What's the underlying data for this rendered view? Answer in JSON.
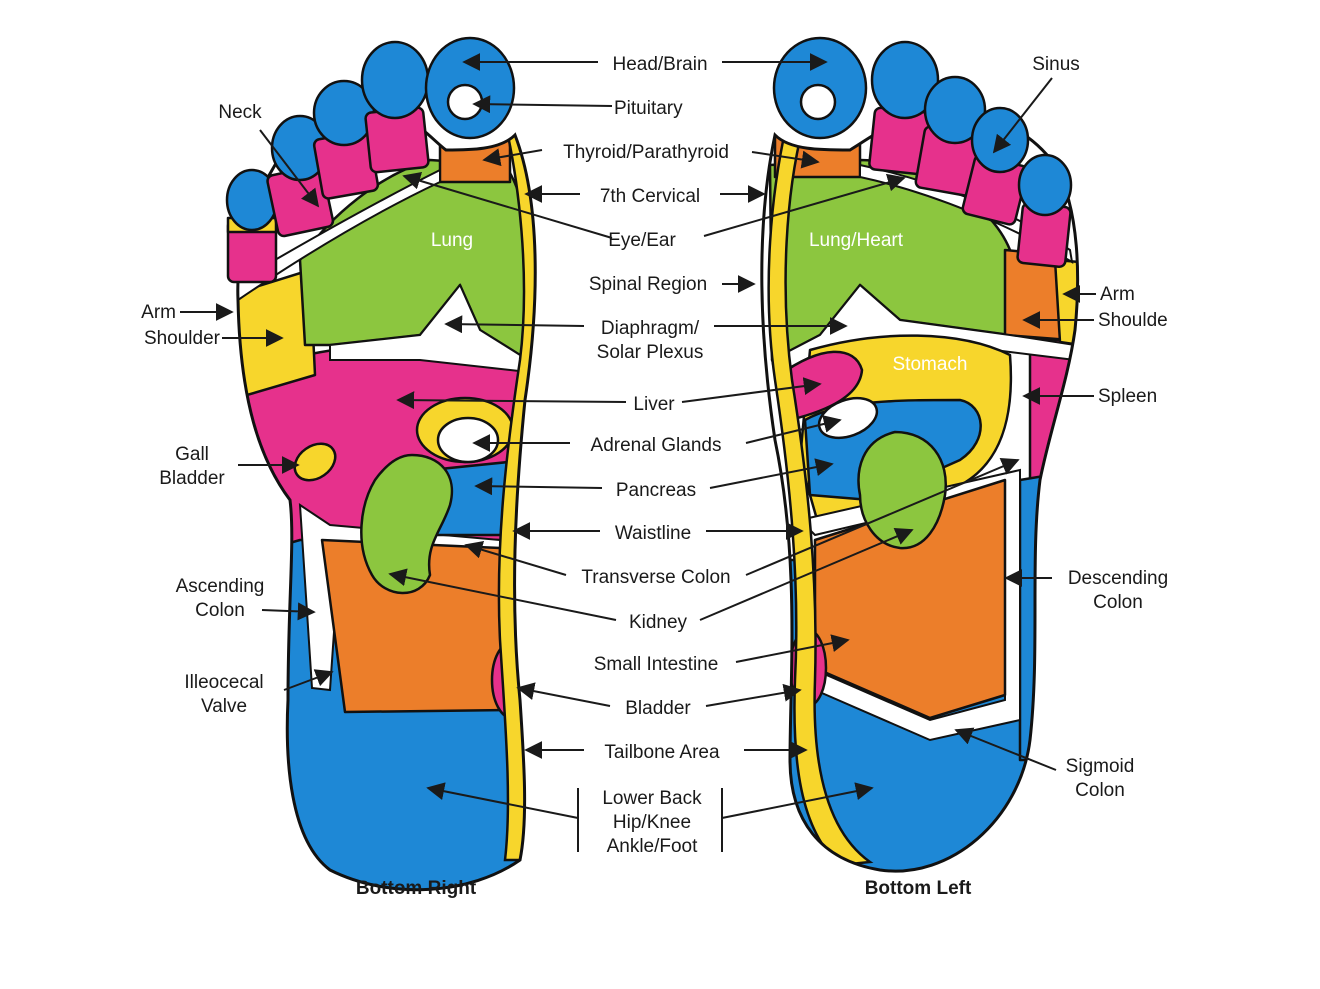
{
  "colors": {
    "blue": "#1e88d6",
    "green": "#8cc63f",
    "pink": "#e6318c",
    "orange": "#ec7e2a",
    "yellow": "#f7d62c",
    "white": "#ffffff",
    "ink": "#111111"
  },
  "captions": {
    "bottom_right": "Bottom Right",
    "bottom_left": "Bottom Left"
  },
  "center_labels": {
    "head_brain": "Head/Brain",
    "pituitary": "Pituitary",
    "thyroid": "Thyroid/Parathyroid",
    "seventh_cervical": "7th Cervical",
    "eye_ear": "Eye/Ear",
    "spinal_region": "Spinal Region",
    "diaphragm_1": "Diaphragm/",
    "diaphragm_2": "Solar Plexus",
    "liver": "Liver",
    "adrenal": "Adrenal Glands",
    "pancreas": "Pancreas",
    "waistline": "Waistline",
    "transverse_colon": "Transverse Colon",
    "kidney": "Kidney",
    "small_intestine": "Small Intestine",
    "bladder": "Bladder",
    "tailbone": "Tailbone Area",
    "lower_back_1": "Lower Back",
    "lower_back_2": "Hip/Knee",
    "lower_back_3": "Ankle/Foot"
  },
  "left_labels": {
    "neck": "Neck",
    "arm": "Arm",
    "shoulder": "Shoulder",
    "gall_1": "Gall",
    "gall_2": "Bladder",
    "ascending_1": "Ascending",
    "ascending_2": "Colon",
    "ileocecal_1": "Illeocecal",
    "ileocecal_2": "Valve"
  },
  "right_labels": {
    "sinus": "Sinus",
    "arm": "Arm",
    "shoulder": "Shoulde",
    "spleen": "Spleen",
    "descending_1": "Descending",
    "descending_2": "Colon",
    "sigmoid_1": "Sigmoid",
    "sigmoid_2": "Colon"
  },
  "inner_labels": {
    "lung": "Lung",
    "lung_heart": "Lung/Heart",
    "stomach": "Stomach"
  }
}
